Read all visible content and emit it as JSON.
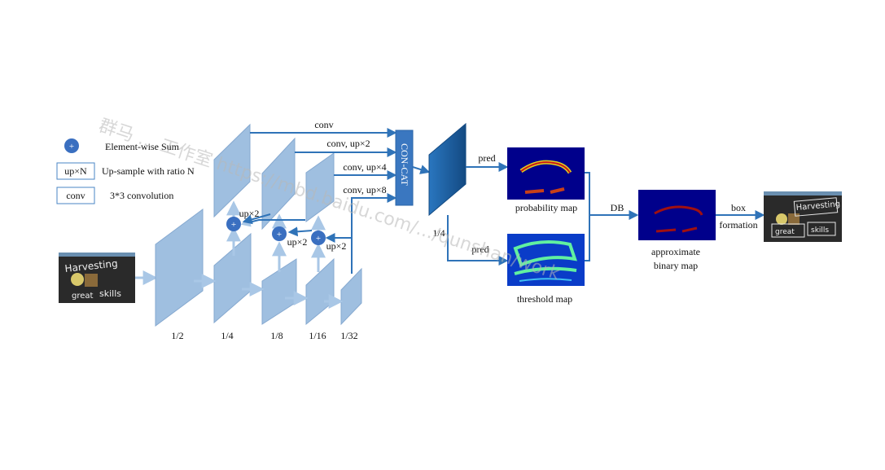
{
  "legend": {
    "sum_symbol": "+",
    "sum_label": "Element-wise Sum",
    "upsample_box": "up×N",
    "upsample_label": "Up-sample with ratio N",
    "conv_box": "conv",
    "conv_label": "3*3 convolution"
  },
  "backbone_scales": [
    "1/2",
    "1/4",
    "1/8",
    "1/16",
    "1/32"
  ],
  "top_down_labels": [
    "up×2",
    "up×2",
    "up×2"
  ],
  "branch_labels": [
    "conv",
    "conv, up×2",
    "conv, up×4",
    "conv, up×8"
  ],
  "concat_label": "CON-CAT",
  "feature_scale": "1/4",
  "pred_labels": [
    "pred",
    "pred"
  ],
  "maps": {
    "probability": "probability map",
    "threshold": "threshold map",
    "db": "DB",
    "binary_line1": "approximate",
    "binary_line2": "binary map",
    "box_line1": "box",
    "box_line2": "formation"
  },
  "input_image_text": [
    "Harvesting",
    "great",
    "skills"
  ],
  "watermark": "群马 ... 工作室 https://mbd.baidu.com/.../qunshan/work",
  "colors": {
    "block": "#9fbfe0",
    "block_side": "#c9dbee",
    "arrow": "#2f73b8",
    "concat": "#3a77c0",
    "feature": "#1c5f9e",
    "map_bg": "#00008b"
  }
}
